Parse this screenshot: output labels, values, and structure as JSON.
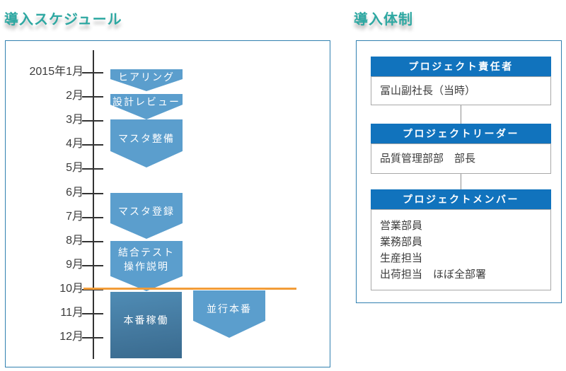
{
  "titles": {
    "schedule": "導入スケジュール",
    "structure": "導入体制"
  },
  "colors": {
    "title_teal": "#2ea8a2",
    "panel_border_blue": "#3080b0",
    "phase_chevron_blue": "#5b9ecd",
    "production_gradient_top": "#4f8cb5",
    "production_gradient_bottom": "#396a8e",
    "go_live_line_orange": "#f29c38",
    "org_header_blue": "#1173bd"
  },
  "schedule": {
    "months": [
      "2015年1月",
      "2月",
      "3月",
      "4月",
      "5月",
      "6月",
      "7月",
      "8月",
      "9月",
      "10月",
      "11月",
      "12月"
    ],
    "phases": [
      {
        "label": "ヒアリング"
      },
      {
        "label": "設計レビュー"
      },
      {
        "label": "マスタ整備"
      },
      {
        "label": "マスタ登録"
      },
      {
        "label": "結合テスト",
        "label2": "操作説明"
      },
      {
        "label": "本番稼働"
      },
      {
        "label": "並行本番"
      }
    ]
  },
  "structure": {
    "boxes": [
      {
        "header": "プロジェクト責任者",
        "lines": [
          "冨山副社長（当時）"
        ]
      },
      {
        "header": "プロジェクトリーダー",
        "lines": [
          "品質管理部部　部長"
        ]
      },
      {
        "header": "プロジェクトメンバー",
        "lines": [
          "営業部員",
          "業務部員",
          "生産担当",
          "出荷担当　ほぼ全部署"
        ]
      }
    ]
  }
}
